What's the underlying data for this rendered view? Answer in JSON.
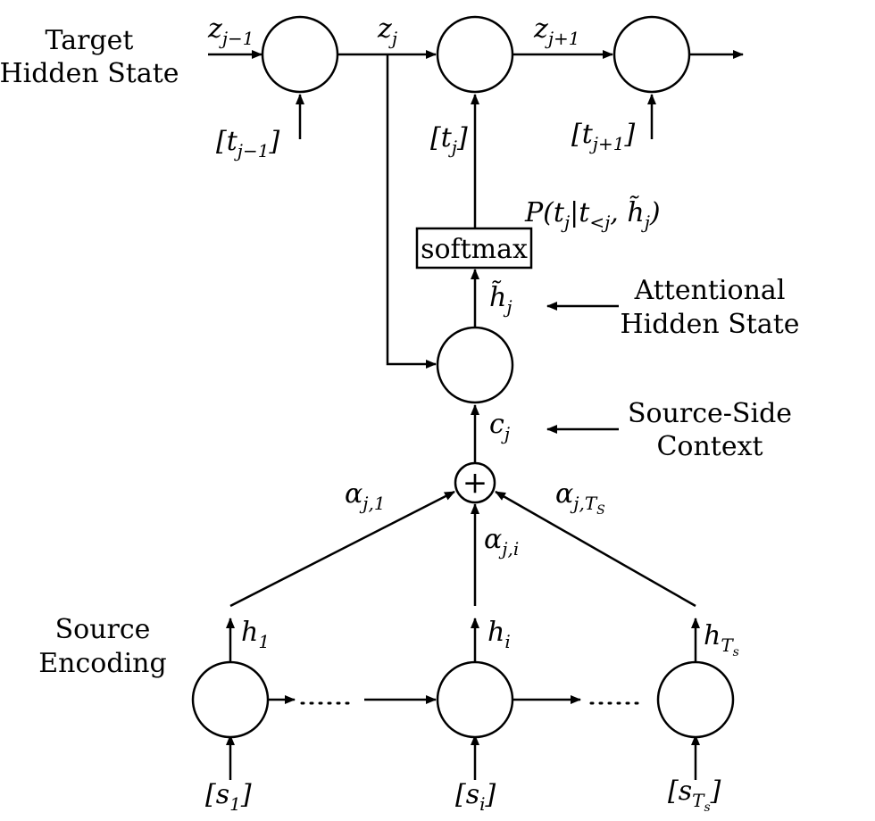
{
  "side_labels": {
    "target": [
      "Target",
      "Hidden State"
    ],
    "attentional": [
      "Attentional",
      "Hidden State"
    ],
    "source_context": [
      "Source-Side",
      "Context"
    ],
    "source_encoding": [
      "Source",
      "Encoding"
    ]
  },
  "box": {
    "softmax": "softmax"
  },
  "math": {
    "z_prev": {
      "base": "z",
      "sub": "j−1"
    },
    "z_j": {
      "base": "z",
      "sub": "j"
    },
    "z_next": {
      "base": "z",
      "sub": "j+1"
    },
    "t_prev": {
      "base": "[t",
      "sub": "j−1",
      "close": "]"
    },
    "t_j": {
      "base": "[t",
      "sub": "j",
      "close": "]"
    },
    "t_next": {
      "base": "[t",
      "sub": "j+1",
      "close": "]"
    },
    "prob": {
      "text": "P(t",
      "sub1": "j",
      "mid": "|t",
      "sub2": "<j",
      "mid2": ", h̃",
      "sub3": "j",
      "close": ")"
    },
    "h_tilde": {
      "base": "h̃",
      "sub": "j"
    },
    "c_j": {
      "base": "c",
      "sub": "j"
    },
    "alpha_1": {
      "base": "α",
      "sub": "j,1"
    },
    "alpha_i": {
      "base": "α",
      "sub": "j,i"
    },
    "alpha_T": {
      "base": "α",
      "sub": "j,T",
      "subsub": "S"
    },
    "h_1": {
      "base": "h",
      "sub": "1"
    },
    "h_i": {
      "base": "h",
      "sub": "i"
    },
    "h_T": {
      "base": "h",
      "sub": "T",
      "subsub": "s"
    },
    "s_1": {
      "base": "[s",
      "sub": "1",
      "close": "]"
    },
    "s_i": {
      "base": "[s",
      "sub": "i",
      "close": "]"
    },
    "s_T": {
      "base": "[s",
      "sub": "T",
      "subsub": "s",
      "close": "]"
    }
  },
  "plus_symbol": "+"
}
